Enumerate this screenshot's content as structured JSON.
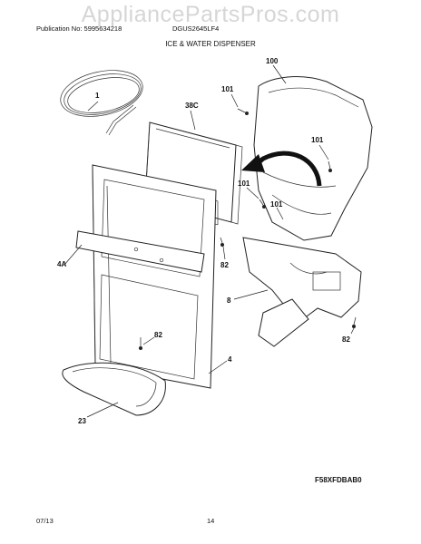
{
  "watermark": "AppliancePartsPros.com",
  "header": {
    "publication": "Publication No: 5995634218",
    "model": "DGUS2645LF4",
    "section_title": "ICE & WATER DISPENSER"
  },
  "callouts": {
    "c1": "1",
    "c100": "100",
    "c101a": "101",
    "c38c": "38C",
    "c101b": "101",
    "c101c": "101",
    "c101d": "101",
    "c4a": "4A",
    "c82a": "82",
    "c8": "8",
    "c82b": "82",
    "c82c": "82",
    "c4": "4",
    "c23": "23"
  },
  "figure_code": "F58XFDBAB0",
  "footer": {
    "date": "07/13",
    "page": "14"
  }
}
